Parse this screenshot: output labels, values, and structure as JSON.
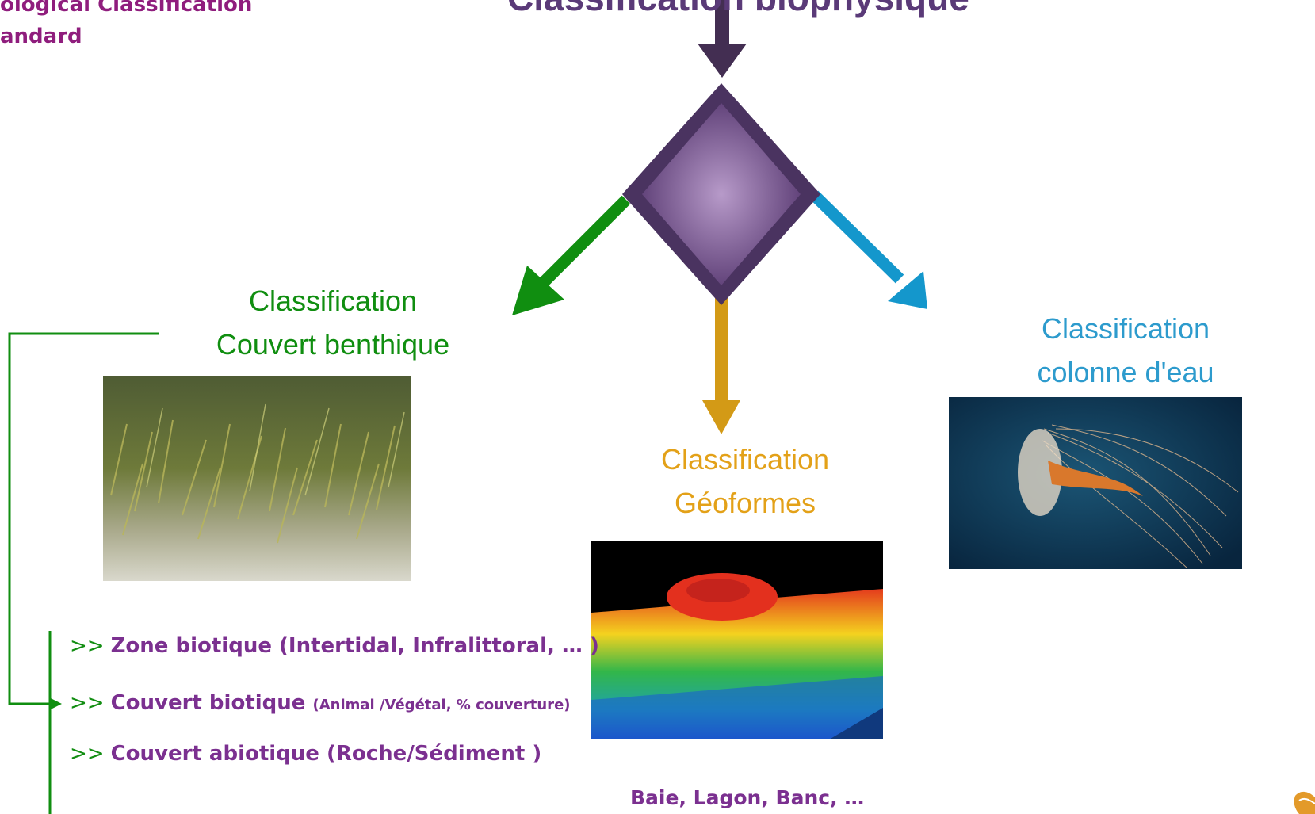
{
  "header": {
    "corner_title_line1": "ological Classification",
    "corner_title_line2": "andard",
    "main_title": "Classification biophysique"
  },
  "branches": {
    "benthic": {
      "line1": "Classification",
      "line2": "Couvert benthique",
      "color": "#108e10"
    },
    "geoforms": {
      "line1": "Classification",
      "line2": "Géoformes",
      "color": "#e3a118"
    },
    "water_column": {
      "line1": "Classification",
      "line2": "colonne d'eau",
      "color": "#2d9bcd"
    }
  },
  "benthic_details": [
    {
      "prefix": ">>",
      "main": "Zone biotique (Intertidal, Infralittoral, … )",
      "note": ""
    },
    {
      "prefix": ">>",
      "main": "Couvert biotique",
      "note": "(Animal /Végétal, % couverture)"
    },
    {
      "prefix": ">>",
      "main": "Couvert abiotique (Roche/Sédiment )",
      "note": ""
    }
  ],
  "geoform_caption": "Baie, Lagon, Banc, …",
  "images": {
    "seagrass": "seagrass-photo",
    "bathymetry": "bathymetry-photo",
    "jellyfish": "jellyfish-photo"
  },
  "colors": {
    "diamond": "#4a3360",
    "arrow_down": "#432e52",
    "bullet_text": "#7b3090",
    "corner_title": "#8f1d7d"
  }
}
